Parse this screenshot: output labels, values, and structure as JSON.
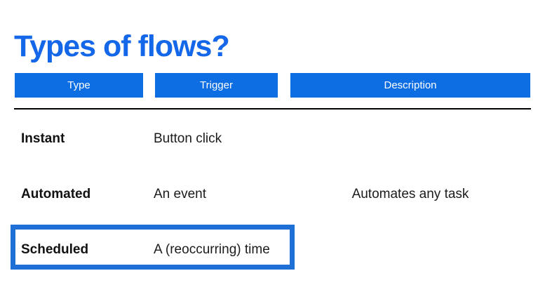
{
  "title": "Types of flows?",
  "colors": {
    "title_blue": "#1467e8",
    "header_fill_blue": "#0d6ee4",
    "highlight_border_blue": "#1e70d6",
    "divider_black": "#000000",
    "body_text": "#1b1b1b"
  },
  "table": {
    "columns": [
      "Type",
      "Trigger",
      "Description"
    ],
    "rows": [
      {
        "type": "Instant",
        "trigger": "Button click",
        "description": ""
      },
      {
        "type": "Automated",
        "trigger": "An event",
        "description": "Automates any task"
      },
      {
        "type": "Scheduled",
        "trigger": "A (reoccurring) time",
        "description": ""
      }
    ],
    "highlighted_row": "Scheduled"
  }
}
